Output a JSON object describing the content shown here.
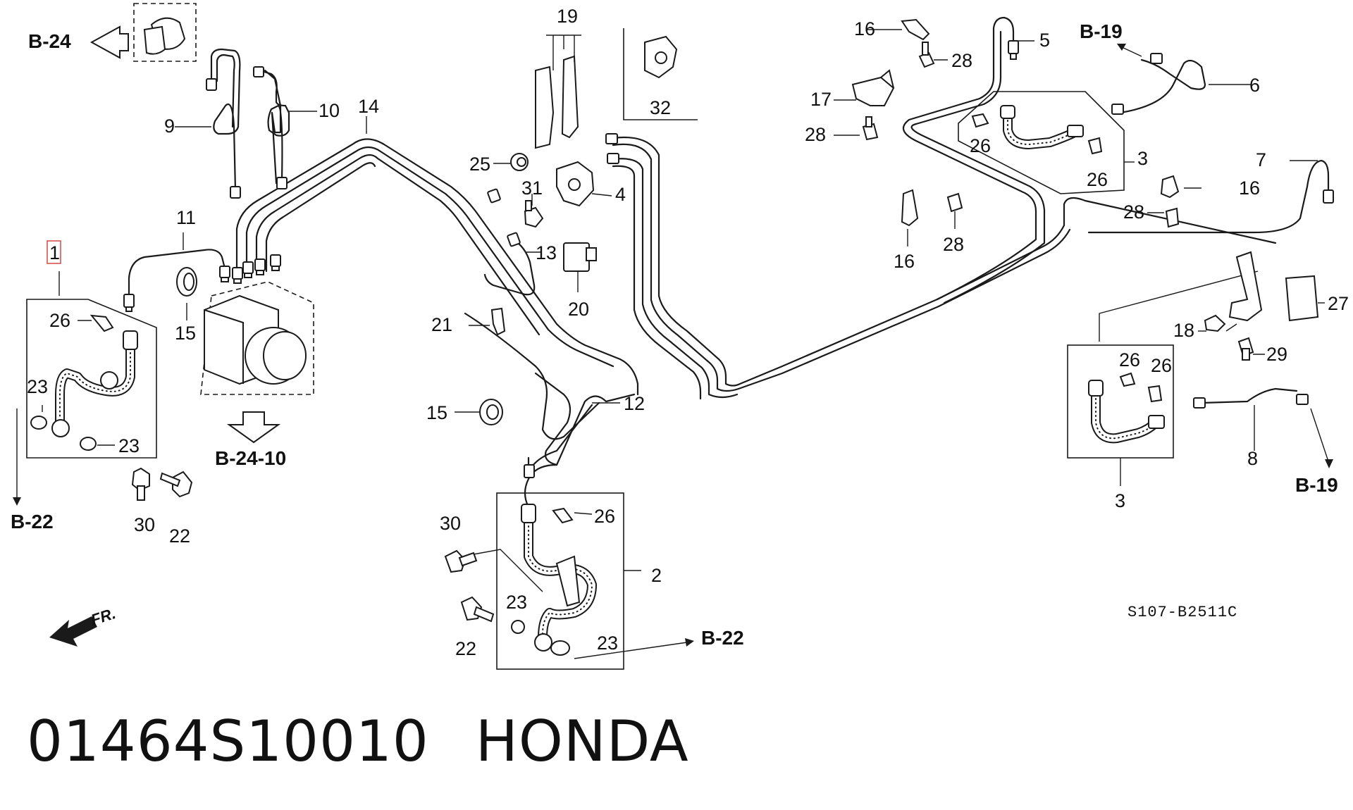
{
  "callouts": [
    "1",
    "2",
    "3",
    "3",
    "4",
    "5",
    "6",
    "7",
    "8",
    "9",
    "10",
    "11",
    "12",
    "13",
    "14",
    "15",
    "15",
    "16",
    "16",
    "16",
    "17",
    "18",
    "19",
    "20",
    "21",
    "22",
    "22",
    "23",
    "23",
    "23",
    "23",
    "25",
    "26",
    "26",
    "26",
    "26",
    "26",
    "26",
    "27",
    "28",
    "28",
    "28",
    "28",
    "29",
    "30",
    "30",
    "31",
    "32"
  ],
  "references": {
    "b24": "B-24",
    "b24_10": "B-24-10",
    "b22_left": "B-22",
    "b22_right": "B-22",
    "b19_top": "B-19",
    "b19_bottom": "B-19"
  },
  "front_label": "FR.",
  "diagram_code": "S107-B2511C",
  "caption": {
    "part_number": "01464S10010",
    "brand": "HONDA"
  },
  "colors": {
    "line": "#1a1a1a",
    "highlight": "#d9534f",
    "background": "#ffffff"
  }
}
